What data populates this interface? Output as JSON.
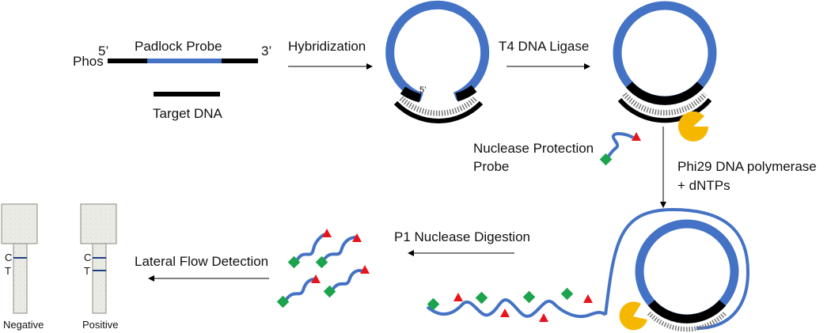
{
  "padlock": {
    "title": "Padlock Probe",
    "phos": "Phos",
    "five_prime": "5’",
    "three_prime": "3’",
    "target_label": "Target DNA"
  },
  "steps": {
    "hybridization": "Hybridization",
    "ligase": "T4 DNA Ligase",
    "nuclease_protection_line1": "Nuclease Protection",
    "nuclease_protection_line2": "Probe",
    "polymerase_line1": "Phi29 DNA polymerase",
    "polymerase_line2": "+ dNTPs",
    "digestion": "P1 Nuclease Digestion",
    "lateral_flow": "Lateral Flow Detection"
  },
  "circle_five_prime": "5’",
  "strips": {
    "control_letter": "C",
    "test_letter": "T",
    "negative_label": "Negative",
    "positive_label": "Positive"
  },
  "colors": {
    "dna_blue": "#4472C4",
    "black": "#000000",
    "triangle_red": "#E8141B",
    "diamond_green": "#1BA34D",
    "polymerase_yellow": "#F5B700",
    "strip_fill": "#EDEDE7",
    "strip_line": "#1E3F8A"
  }
}
